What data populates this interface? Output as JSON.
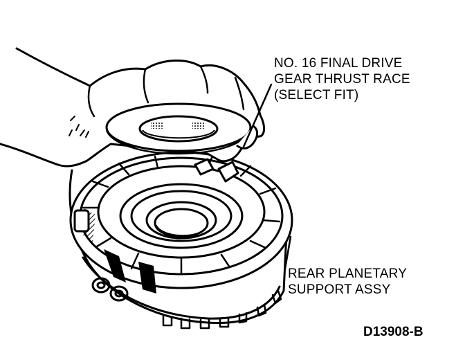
{
  "labels": {
    "thrust_race": {
      "line1": "NO. 16 FINAL DRIVE",
      "line2": "GEAR THRUST RACE",
      "line3": "(SELECT FIT)"
    },
    "planetary_support": {
      "line1": "REAR PLANETARY",
      "line2": "SUPPORT ASSY"
    },
    "figure_id": "D13908-B"
  },
  "colors": {
    "ink": "#000000",
    "paper": "#ffffff"
  }
}
